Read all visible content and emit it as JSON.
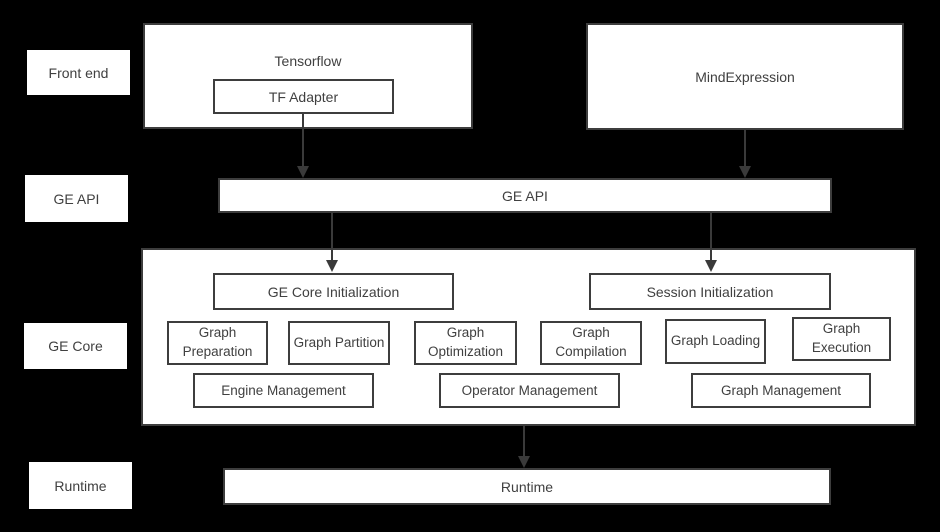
{
  "colors": {
    "background": "#000000",
    "box_fill": "#ffffff",
    "box_border": "#3d3d3d",
    "text": "#404040",
    "arrow": "#3a3a3a"
  },
  "side_labels": [
    {
      "id": "front-end",
      "label": "Front end"
    },
    {
      "id": "ge-api",
      "label": "GE API"
    },
    {
      "id": "ge-core",
      "label": "GE Core"
    },
    {
      "id": "runtime",
      "label": "Runtime"
    }
  ],
  "front_end": {
    "tensorflow_label": "Tensorflow",
    "tf_adapter_label": "TF Adapter",
    "mindexpression_label": "MindExpression"
  },
  "ge_api": {
    "label": "GE API"
  },
  "ge_core": {
    "init_row": [
      {
        "label": "GE Core Initialization"
      },
      {
        "label": "Session Initialization"
      }
    ],
    "modules": [
      {
        "label": "Graph Preparation"
      },
      {
        "label": "Graph Partition"
      },
      {
        "label": "Graph Optimization"
      },
      {
        "label": "Graph Compilation"
      },
      {
        "label": "Graph Loading"
      },
      {
        "label": "Graph Execution"
      }
    ],
    "managers": [
      {
        "label": "Engine Management"
      },
      {
        "label": "Operator Management"
      },
      {
        "label": "Graph Management"
      }
    ]
  },
  "runtime": {
    "label": "Runtime"
  }
}
